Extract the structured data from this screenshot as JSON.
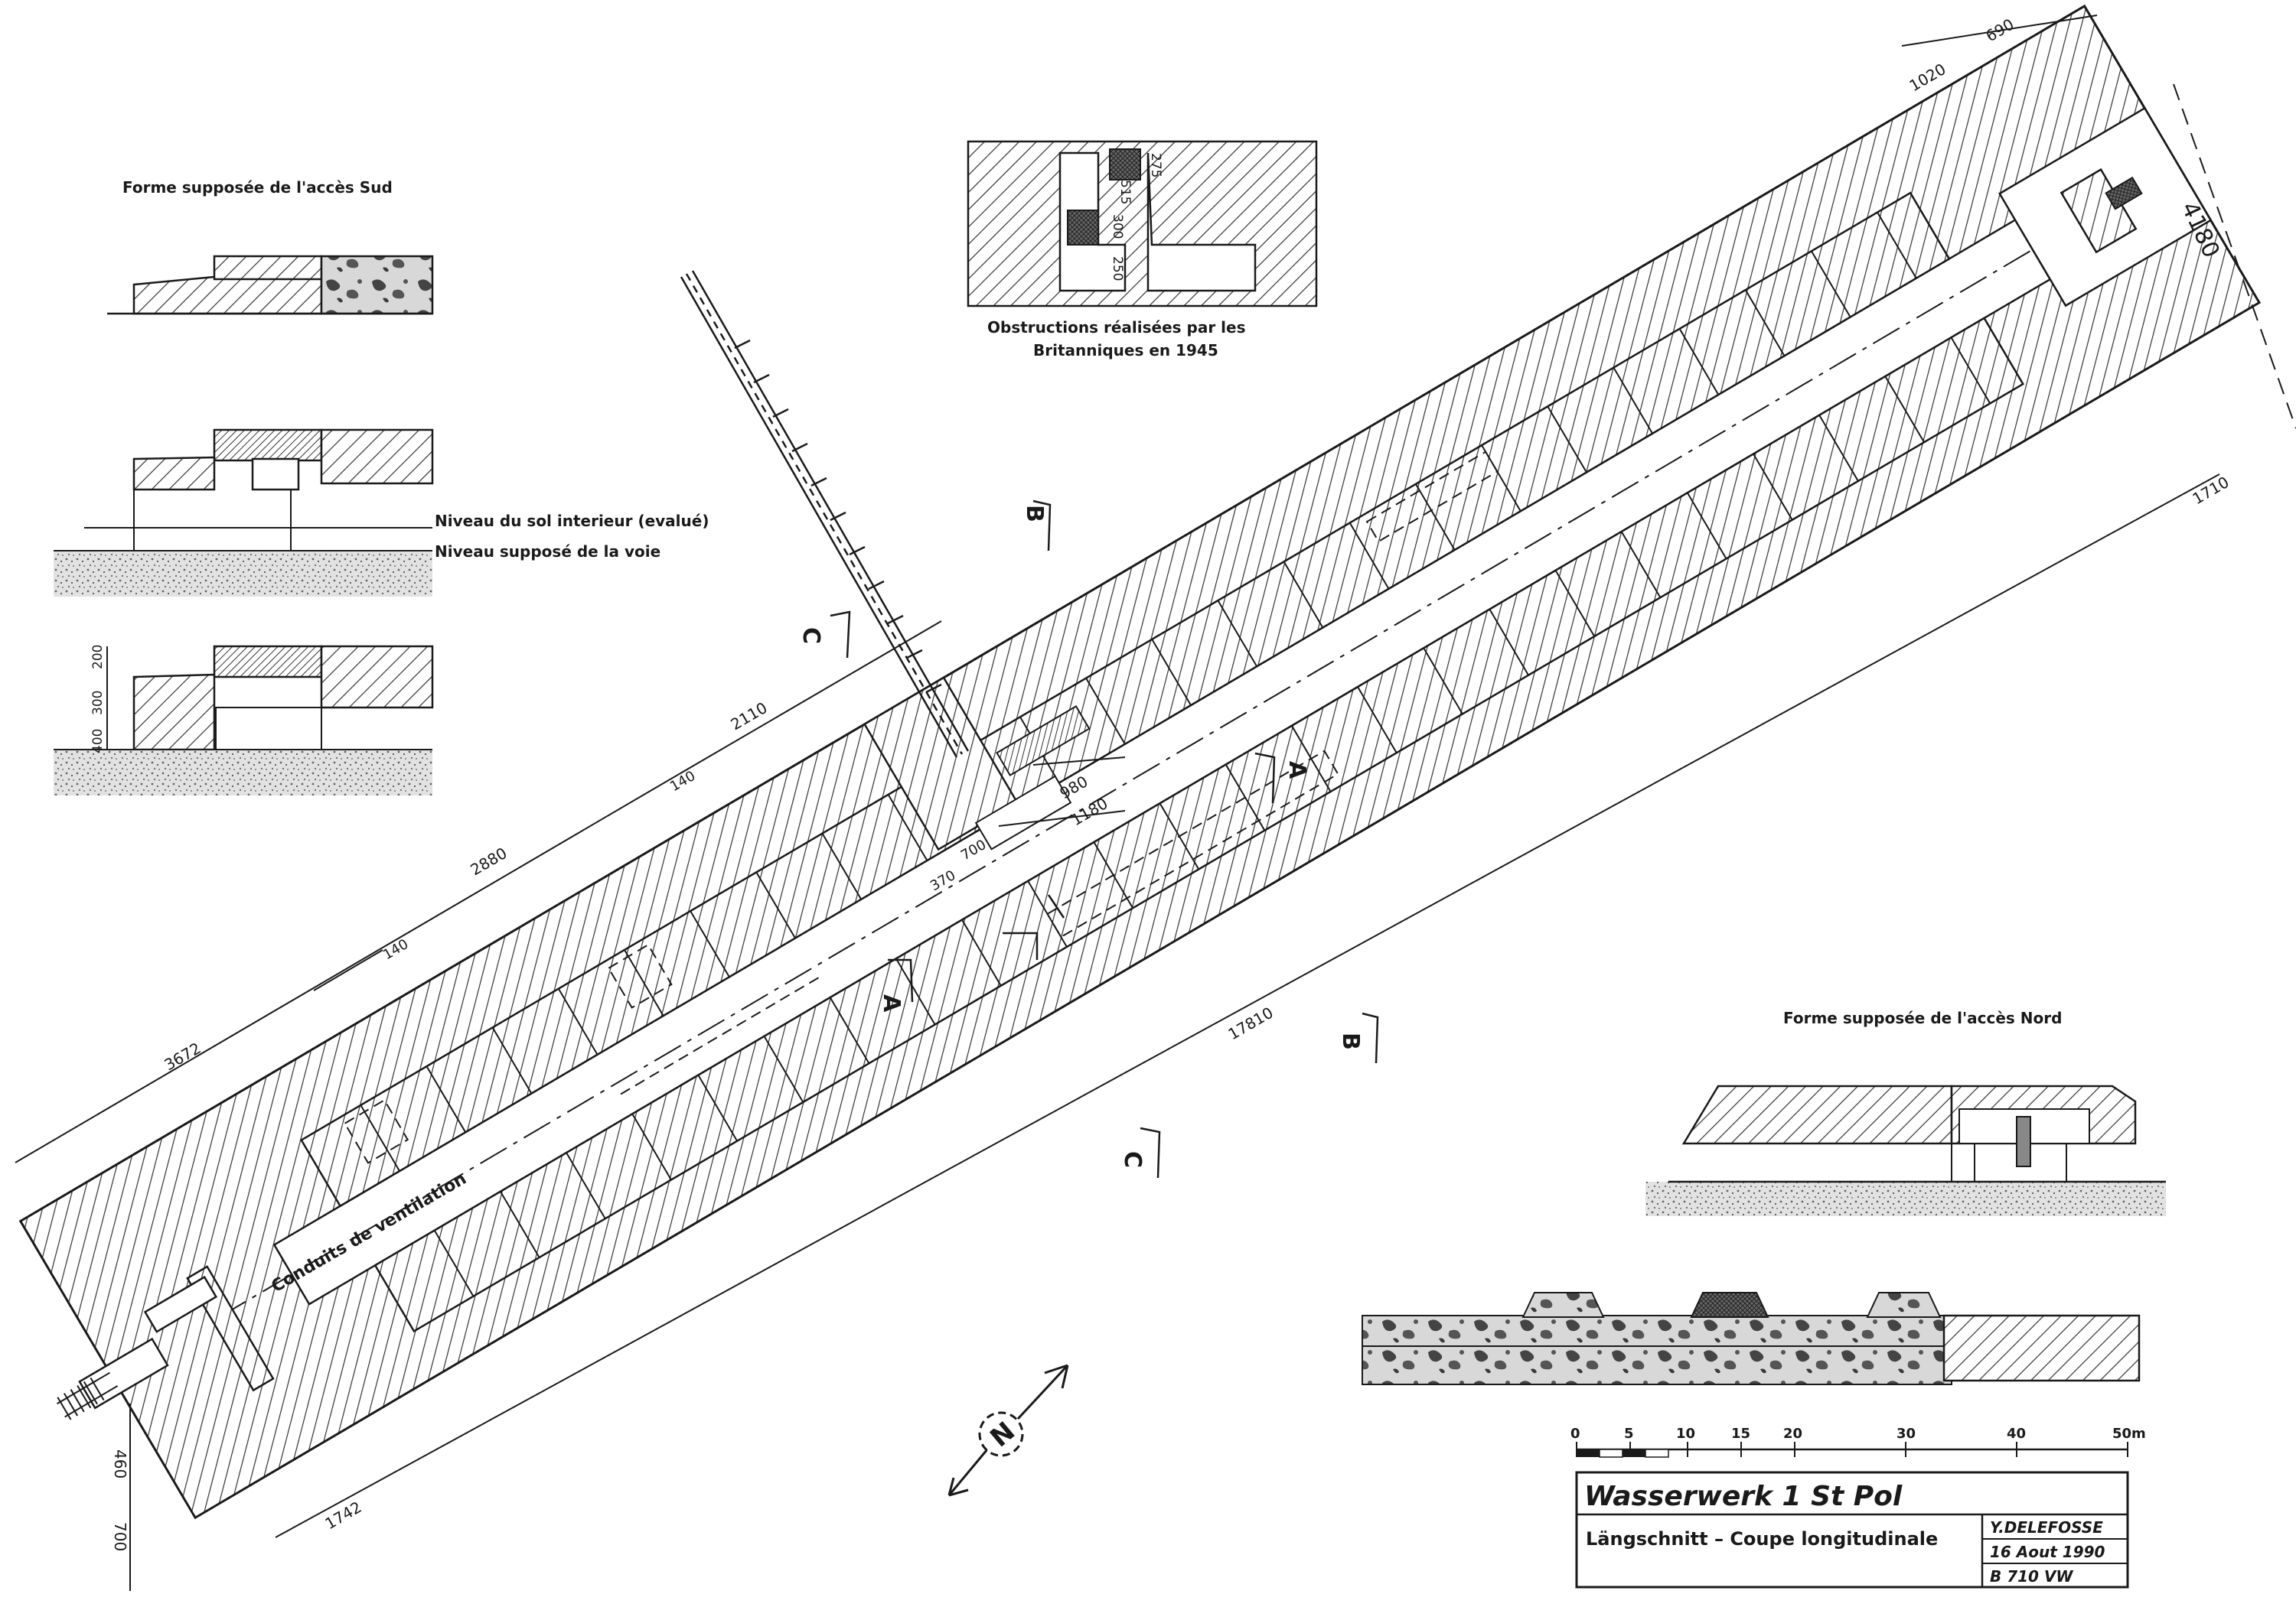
{
  "drawing": {
    "title": "Wasserwerk 1 St Pol",
    "subtitle": "Längschnitt – Coupe longitudinale",
    "author": "Y.DELEFOSSE",
    "date": "16 Aout 1990",
    "reference": "B 710 VW"
  },
  "annotations": {
    "south_access": "Forme supposée de l'accès Sud",
    "north_access": "Forme supposée de l'accès Nord",
    "obstructions_line1": "Obstructions réalisées par les",
    "obstructions_line2": "Britanniques en 1945",
    "ground_interior": "Niveau du sol interieur (evalué)",
    "track_level": "Niveau supposé de la voie",
    "ventilation": "Conduits de ventilation"
  },
  "dimensions": {
    "d3672": "3672",
    "d2880": "2880",
    "d2110": "2110",
    "d140a": "140",
    "d140b": "140",
    "d17810": "17810",
    "d1742": "1742",
    "d1710": "1710",
    "d4180": "4180",
    "d1020": "1020",
    "d690": "690",
    "d980": "980",
    "d1180": "1180",
    "d700a": "700",
    "d370": "370",
    "d460": "460",
    "d700b": "700",
    "d515": "515",
    "d275": "275",
    "d300": "300",
    "d250": "250",
    "d400": "400",
    "d300b": "300",
    "d200": "200"
  },
  "section_marks": {
    "a1": "A",
    "a2": "A",
    "b1": "B",
    "b2": "B",
    "c1": "C",
    "c2": "C"
  },
  "north_arrow": {
    "letter": "N"
  },
  "scale_bar": {
    "ticks": [
      "0",
      "5",
      "10",
      "15",
      "20",
      "30",
      "40",
      "50m"
    ]
  }
}
